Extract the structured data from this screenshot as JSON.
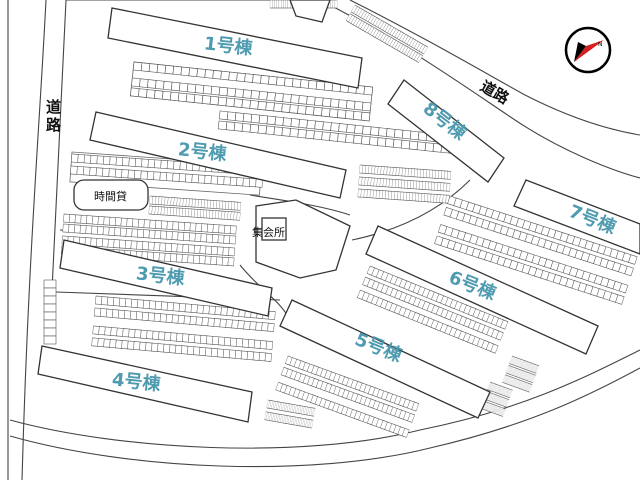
{
  "labels": {
    "b1": "1号棟",
    "b2": "2号棟",
    "b3": "3号棟",
    "b4": "4号棟",
    "b5": "5号棟",
    "b6": "6号棟",
    "b7": "7号棟",
    "b8": "8号棟",
    "road_ne": "道路",
    "road_w_1": "道",
    "road_w_2": "路",
    "hall": "集会所",
    "rental": "時間貸"
  },
  "colors": {
    "building_label": "#4f9bb0",
    "compass_needle": "#d62020"
  },
  "icons": {
    "compass": "north-arrow-icon"
  }
}
